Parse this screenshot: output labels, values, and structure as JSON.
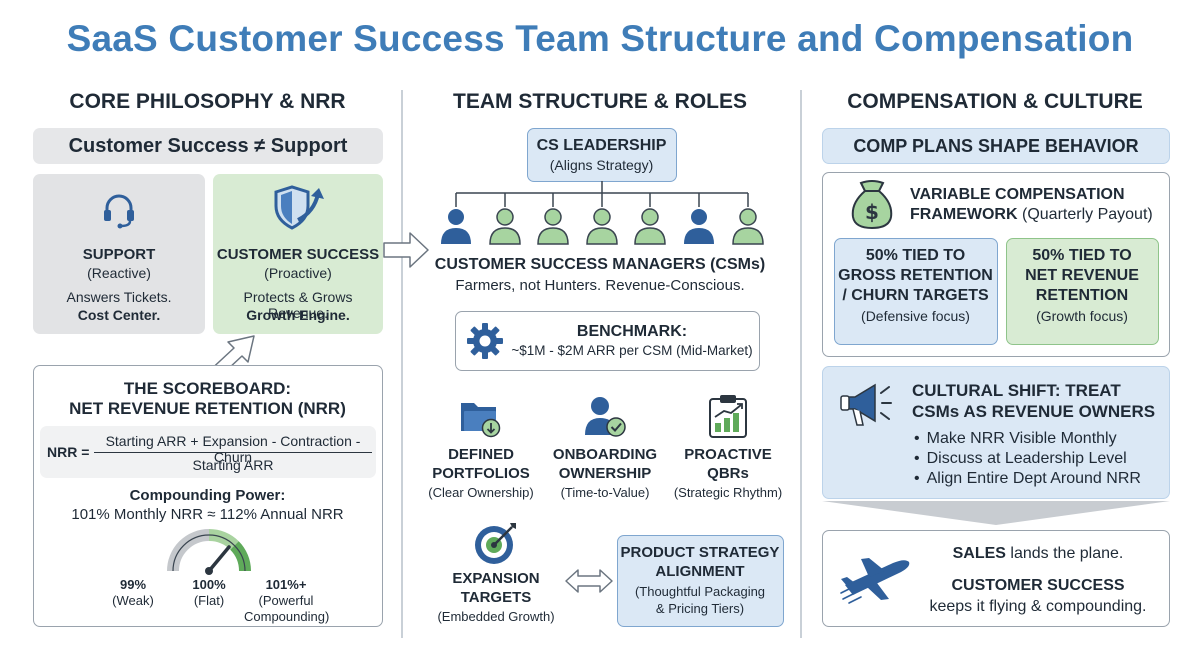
{
  "title": "SaaS Customer Success Team Structure and Compensation",
  "columns": {
    "left": "CORE PHILOSOPHY & NRR",
    "middle": "TEAM STRUCTURE & ROLES",
    "right": "COMPENSATION & CULTURE"
  },
  "philosophy": {
    "banner": "Customer Success ≠ Support",
    "support": {
      "title": "SUPPORT",
      "mode": "(Reactive)",
      "desc": "Answers Tickets.",
      "tag": "Cost Center."
    },
    "cs": {
      "title": "CUSTOMER SUCCESS",
      "mode": "(Proactive)",
      "desc": "Protects & Grows Revenue.",
      "tag": "Growth Engine."
    }
  },
  "scoreboard": {
    "title_line1": "THE SCOREBOARD:",
    "title_line2": "NET REVENUE RETENTION (NRR)",
    "formula_label": "NRR =",
    "numerator": "Starting ARR + Expansion - Contraction - Churn",
    "denominator": "Starting ARR",
    "power_title": "Compounding Power:",
    "power_text": "101% Monthly NRR ≈ 112% Annual NRR",
    "gauge_labels": [
      {
        "value": "99%",
        "desc": "(Weak)"
      },
      {
        "value": "100%",
        "desc": "(Flat)"
      },
      {
        "value": "101%+",
        "desc": "(Powerful Compounding)"
      }
    ]
  },
  "team": {
    "leadership_title": "CS LEADERSHIP",
    "leadership_sub": "(Aligns Strategy)",
    "csm_title": "CUSTOMER SUCCESS MANAGERS (CSMs)",
    "csm_sub": "Farmers, not Hunters. Revenue-Conscious.",
    "benchmark_title": "BENCHMARK:",
    "benchmark_text": "~$1M - $2M ARR per CSM (Mid-Market)",
    "roles": [
      {
        "line1": "DEFINED",
        "line2": "PORTFOLIOS",
        "sub": "(Clear Ownership)"
      },
      {
        "line1": "ONBOARDING",
        "line2": "OWNERSHIP",
        "sub": "(Time-to-Value)"
      },
      {
        "line1": "PROACTIVE",
        "line2": "QBRs",
        "sub": "(Strategic Rhythm)"
      }
    ],
    "expansion": {
      "line1": "EXPANSION",
      "line2": "TARGETS",
      "sub": "(Embedded Growth)"
    },
    "product": {
      "line1": "PRODUCT STRATEGY",
      "line2": "ALIGNMENT",
      "sub1": "(Thoughtful Packaging",
      "sub2": "& Pricing Tiers)"
    }
  },
  "comp": {
    "banner": "COMP PLANS SHAPE BEHAVIOR",
    "variable_line1": "VARIABLE COMPENSATION",
    "variable_line2": "FRAMEWORK",
    "variable_payout": "(Quarterly Payout)",
    "gross": {
      "l1": "50% TIED TO",
      "l2": "GROSS RETENTION",
      "l3": "/ CHURN TARGETS",
      "sub": "(Defensive focus)"
    },
    "net": {
      "l1": "50% TIED TO",
      "l2": "NET REVENUE",
      "l3": "RETENTION",
      "sub": "(Growth focus)"
    },
    "shift_line1": "CULTURAL SHIFT: TREAT",
    "shift_line2": "CSMs AS REVENUE OWNERS",
    "bullets": [
      "Make NRR Visible Monthly",
      "Discuss at Leadership Level",
      "Align Entire Dept Around NRR"
    ],
    "sales_bold": "SALES",
    "sales_rest": " lands the plane.",
    "cs_bold": "CUSTOMER SUCCESS",
    "cs_rest": "keeps it flying & compounding."
  },
  "colors": {
    "title_blue": "#3f7db8",
    "light_blue": "#dbe8f5",
    "light_green": "#d8ebd3",
    "light_gray": "#e6e7e9",
    "icon_blue": "#2f5f9b",
    "icon_green": "#7fbf7f"
  }
}
